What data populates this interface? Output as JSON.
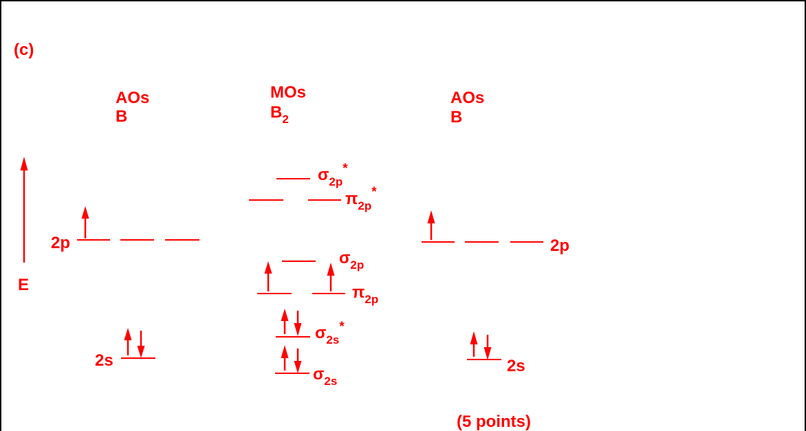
{
  "colors": {
    "accent": "#ff0000",
    "frame": "#000000",
    "background": "#ffffff"
  },
  "part_label": "(c)",
  "points_label": "(5 points)",
  "columns": {
    "left": {
      "line1": "AOs",
      "line2": "B"
    },
    "middle": {
      "line1": "MOs",
      "symbol": "B",
      "subscript": "2"
    },
    "right": {
      "line1": "AOs",
      "line2": "B"
    }
  },
  "energy_axis": {
    "label": "E"
  },
  "left_atom": {
    "p_label": "2p",
    "s_label": "2s",
    "p_electrons": [
      "up",
      "empty",
      "empty"
    ],
    "s_electrons": "paired"
  },
  "right_atom": {
    "p_label": "2p",
    "s_label": "2s",
    "p_electrons": [
      "up",
      "empty",
      "empty"
    ],
    "s_electrons": "paired"
  },
  "molecular_orbitals": {
    "sigma_2p_star": {
      "symbol": "σ",
      "sub": "2p",
      "sup": "*",
      "electrons": "empty"
    },
    "pi_2p_star": {
      "symbol": "π",
      "sub": "2p",
      "sup": "*",
      "electrons": "empty"
    },
    "sigma_2p": {
      "symbol": "σ",
      "sub": "2p",
      "sup": "",
      "electrons": "empty"
    },
    "pi_2p": {
      "symbol": "π",
      "sub": "2p",
      "sup": "",
      "electrons": "one-up-each"
    },
    "sigma_2s_star": {
      "symbol": "σ",
      "sub": "2s",
      "sup": "*",
      "electrons": "paired"
    },
    "sigma_2s": {
      "symbol": "σ",
      "sub": "2s",
      "sup": "",
      "electrons": "paired"
    }
  }
}
